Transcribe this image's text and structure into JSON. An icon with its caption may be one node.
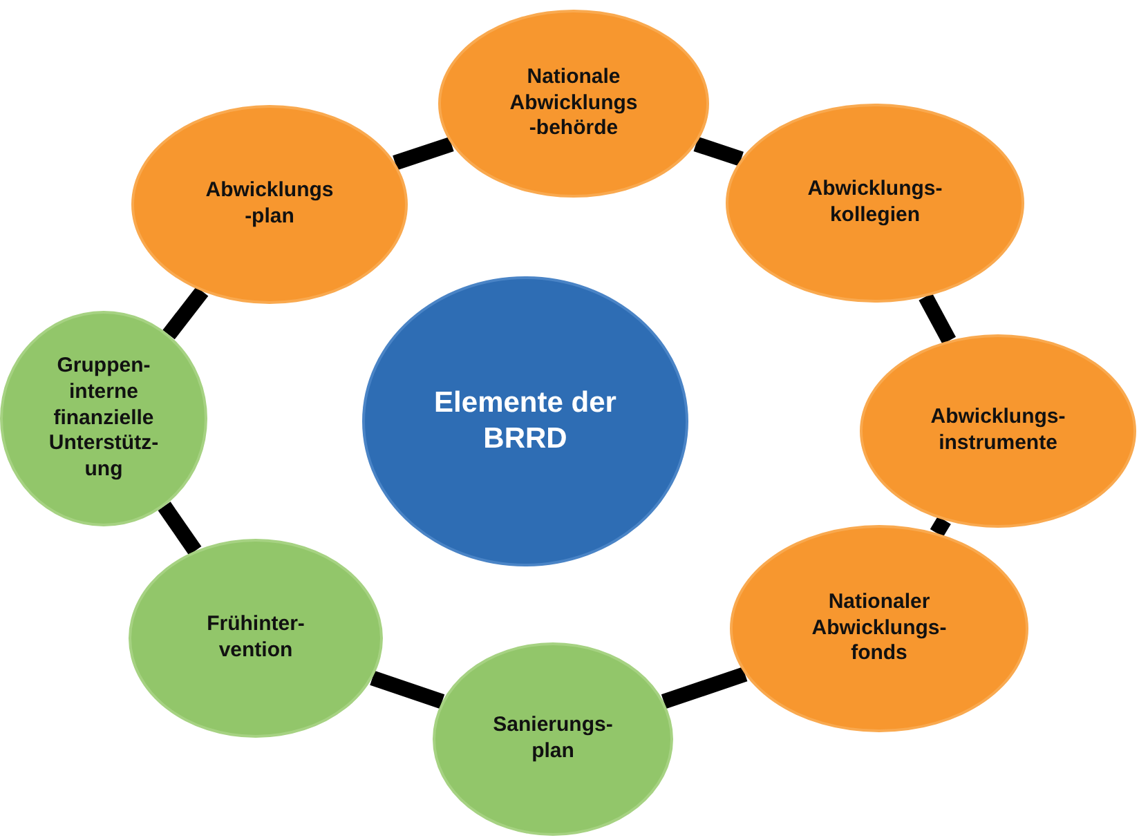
{
  "diagram": {
    "nodes": [
      {
        "text": [
          "Nationale Abwicklungs -behörde"
        ]
      },
      {
        "text": [
          "Abwicklungs- kollegien"
        ]
      },
      {
        "text": [
          "Abwicklungs- instrumente"
        ]
      },
      {
        "text": [
          "Nationaler Abwicklungs- fonds"
        ]
      },
      {
        "text": [
          "Sanierungs- plan"
        ]
      },
      {
        "text": [
          "Frühinter- vention"
        ]
      },
      {
        "text": [
          "Gruppen- interne finanzielle Unterstütz- ung"
        ]
      },
      {
        "text": [
          "Abwicklungs -plan"
        ]
      },
      {
        "text": [
          "Elemente der BRRD"
        ]
      }
    ],
    "edges": [
      {
        "from": 0,
        "to": 1,
        "arrow": "none"
      },
      {
        "from": 1,
        "to": 2,
        "arrow": "none"
      },
      {
        "from": 2,
        "to": 3,
        "arrow": "none"
      },
      {
        "from": 3,
        "to": 4,
        "arrow": "none"
      },
      {
        "from": 4,
        "to": 5,
        "arrow": "none"
      },
      {
        "from": 5,
        "to": 6,
        "arrow": "none"
      },
      {
        "from": 6,
        "to": 7,
        "arrow": "none"
      },
      {
        "from": 7,
        "to": 0,
        "arrow": "none"
      }
    ]
  }
}
